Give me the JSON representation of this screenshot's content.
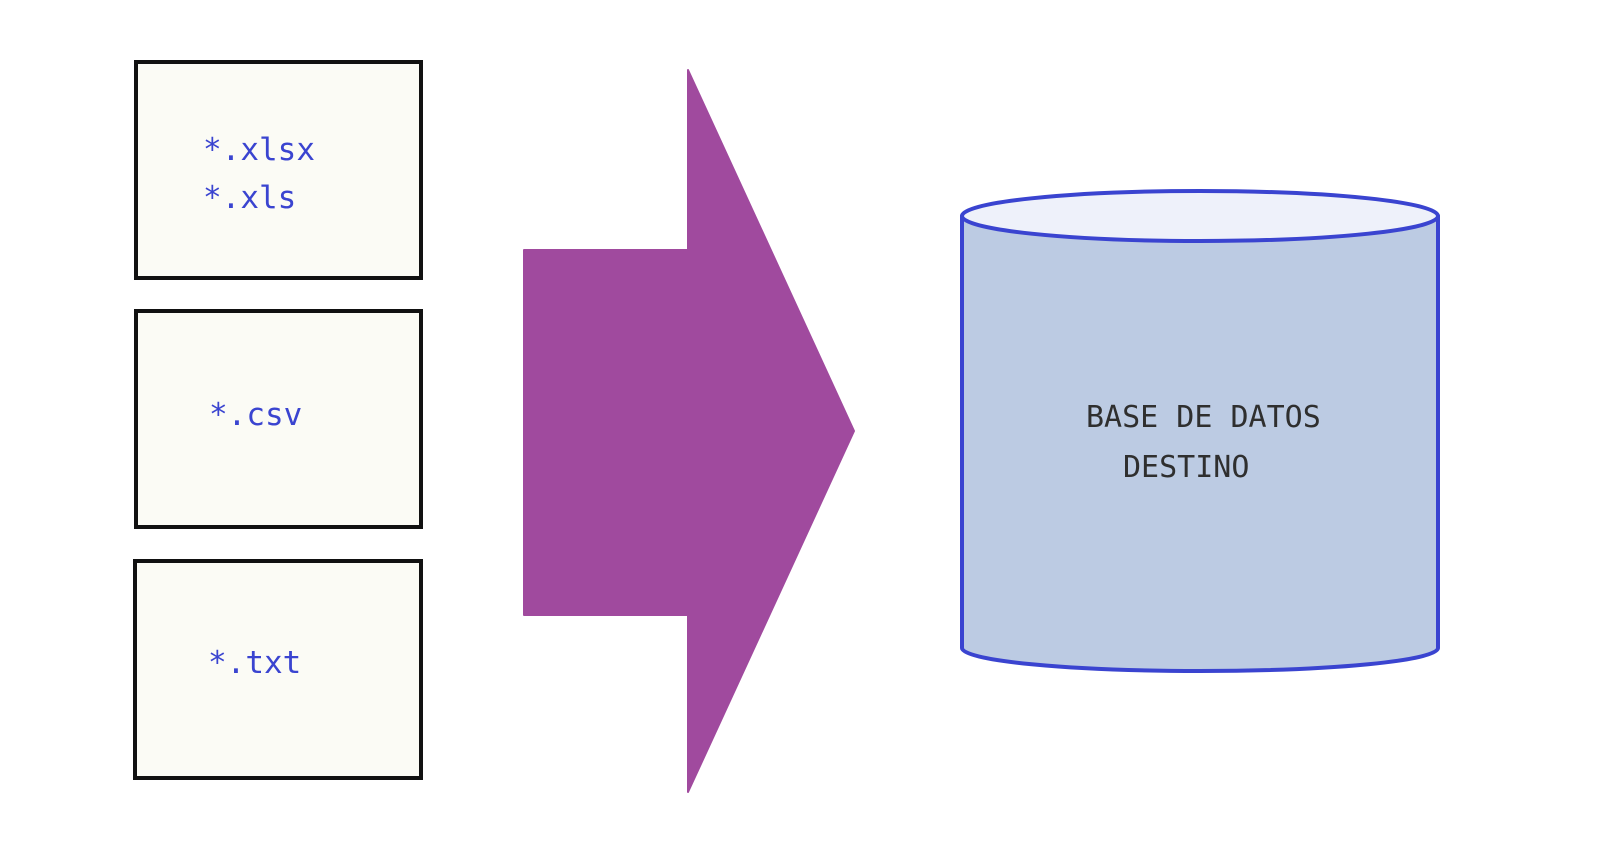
{
  "sources": [
    {
      "lines": [
        "*.xlsx",
        "*.xls"
      ]
    },
    {
      "lines": [
        "*.csv"
      ]
    },
    {
      "lines": [
        "*.txt"
      ]
    }
  ],
  "arrow": {
    "fill_color": "#a04a9e"
  },
  "target": {
    "lines": [
      "BASE DE DATOS",
      "DESTINO"
    ],
    "body_color": "#bccbe3",
    "top_color": "#eef1fa",
    "outline_color": "#3a44d0"
  },
  "colors": {
    "source_box_fill": "#fbfbf5",
    "source_box_border": "#111111",
    "source_text": "#3a44d0",
    "target_text": "#2f2f2f"
  }
}
